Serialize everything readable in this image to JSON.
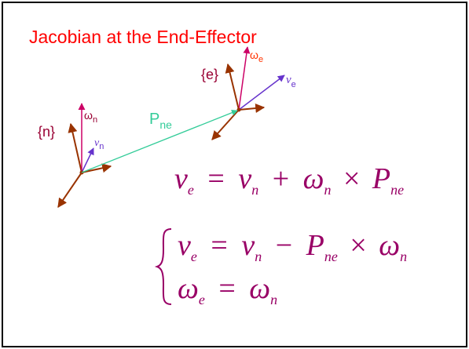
{
  "title": "Jacobian at the End-Effector",
  "frames": {
    "n": {
      "label": "{n}",
      "omega": "ω",
      "omega_sub": "n",
      "v": "v",
      "v_sub": "n"
    },
    "e": {
      "label": "{e}",
      "omega": "ω",
      "omega_sub": "e",
      "v": "v",
      "v_sub": "e"
    }
  },
  "vector": {
    "name": "P",
    "sub": "ne"
  },
  "equations": {
    "eq1": {
      "lhs": "v",
      "lhs_sub": "e",
      "eq": "=",
      "t1": "v",
      "t1_sub": "n",
      "plus": "+",
      "t2": "ω",
      "t2_sub": "n",
      "times": "×",
      "t3": "P",
      "t3_sub": "ne"
    },
    "eq2": {
      "lhs": "v",
      "lhs_sub": "e",
      "eq": "=",
      "t1": "v",
      "t1_sub": "n",
      "minus": "−",
      "t2": "P",
      "t2_sub": "ne",
      "times": "×",
      "t3": "ω",
      "t3_sub": "n"
    },
    "eq3": {
      "lhs": "ω",
      "lhs_sub": "e",
      "eq": "=",
      "rhs": "ω",
      "rhs_sub": "n"
    }
  },
  "colors": {
    "title": "#ff0000",
    "frame_label": "#990033",
    "axis": "#993300",
    "omega_axis": "#cc0066",
    "v_axis": "#6633cc",
    "p_vector": "#33cc99",
    "math": "#990066"
  }
}
